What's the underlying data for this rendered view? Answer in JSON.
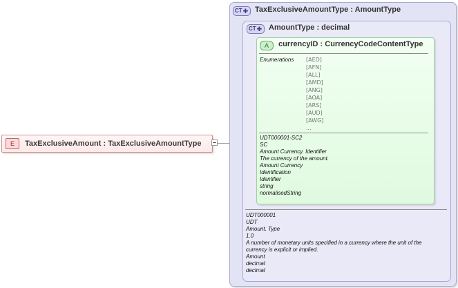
{
  "element": {
    "badge": "E",
    "label": "TaxExclusiveAmount : TaxExclusiveAmountType"
  },
  "outer_type": {
    "badge": "CT",
    "title": "TaxExclusiveAmountType : AmountType"
  },
  "inner_type": {
    "badge": "CT",
    "title": "AmountType : decimal"
  },
  "attribute": {
    "badge": "A",
    "title": "currencyID : CurrencyCodeContentType",
    "enum_label": "Enumerations",
    "enumerations": [
      "[AED]",
      "[AFN]",
      "[ALL]",
      "[AMD]",
      "[ANG]",
      "[AOA]",
      "[ARS]",
      "[AUD]",
      "[AWG]",
      "..."
    ],
    "doc": [
      "UDT000001-SC2",
      "SC",
      "Amount Currency. Identifier",
      "The currency of the amount.",
      "Amount Currency",
      "Identification",
      "Identifier",
      "string",
      "normalisedString"
    ]
  },
  "amount_doc": [
    "UDT000001",
    "UDT",
    "Amount. Type",
    "1.0",
    "A number of monetary units specified in a currency where the unit of the",
    "currency is explicit or implied.",
    "Amount",
    "decimal",
    "decimal"
  ],
  "colors": {
    "element_bg": "#ffe8e8",
    "complex_type_bg": "#e3e3f6",
    "attribute_bg": "#dffadf"
  }
}
